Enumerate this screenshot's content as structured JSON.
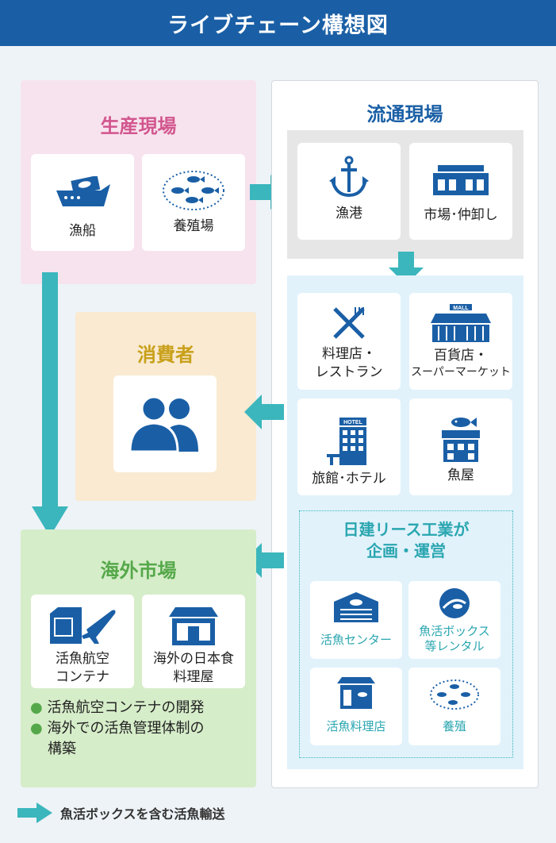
{
  "header": {
    "title": "ライブチェーン構想図"
  },
  "production": {
    "title": "生産現場",
    "items": [
      {
        "label": "漁船",
        "icon": "fishing-boat-icon"
      },
      {
        "label": "養殖場",
        "icon": "fish-farm-icon"
      }
    ]
  },
  "distribution": {
    "title": "流通現場",
    "top_items": [
      {
        "label": "漁港",
        "icon": "anchor-icon"
      },
      {
        "label": "市場･仲卸し",
        "icon": "market-icon"
      }
    ],
    "retail_items": [
      {
        "label_line1": "料理店・",
        "label_line2": "レストラン",
        "icon": "restaurant-icon"
      },
      {
        "label_line1": "百貨店・",
        "label_line2": "スーパーマーケット",
        "icon": "department-store-icon",
        "sign": "MALL"
      },
      {
        "label_line1": "旅館･ホテル",
        "label_line2": "",
        "icon": "hotel-icon",
        "sign": "HOTEL"
      },
      {
        "label_line1": "魚屋",
        "label_line2": "",
        "icon": "fish-shop-icon"
      }
    ],
    "nikken": {
      "title_line1": "日建リース工業が",
      "title_line2": "企画・運営",
      "items": [
        {
          "label_line1": "活魚センター",
          "label_line2": "",
          "icon": "fish-center-icon"
        },
        {
          "label_line1": "魚活ボックス",
          "label_line2": "等レンタル",
          "icon": "uokatsu-box-icon"
        },
        {
          "label_line1": "活魚料理店",
          "label_line2": "",
          "icon": "fish-restaurant-icon"
        },
        {
          "label_line1": "養殖",
          "label_line2": "",
          "icon": "aquaculture-icon"
        }
      ]
    }
  },
  "consumer": {
    "title": "消費者",
    "icon": "people-icon"
  },
  "overseas": {
    "title": "海外市場",
    "items": [
      {
        "label_line1": "活魚航空",
        "label_line2": "コンテナ",
        "icon": "air-container-icon"
      },
      {
        "label_line1": "海外の日本食",
        "label_line2": "料理屋",
        "icon": "japanese-restaurant-icon"
      }
    ],
    "bullets": [
      "活魚航空コンテナの開発",
      "海外での活魚管理体制の",
      "構築"
    ]
  },
  "legend": {
    "label": "魚活ボックスを含む活魚輸送"
  },
  "colors": {
    "header": "#1a5fa6",
    "arrow": "#3bb6bd",
    "production": "#f7e3ee",
    "consumer": "#f9ead1",
    "overseas": "#d6edc9",
    "distribution_top": "#e6e6e6",
    "distribution_retail": "#e1f2fb",
    "icon_blue": "#1a5fa6"
  }
}
